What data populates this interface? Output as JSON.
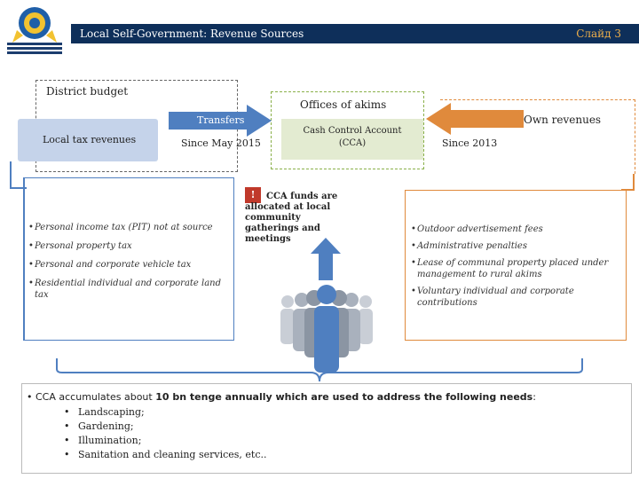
{
  "header": {
    "title": "Local Self-Government: Revenue Sources",
    "slide": "Слайд 3"
  },
  "district_budget": {
    "label": "District budget"
  },
  "offices": {
    "label": "Offices of akims"
  },
  "own_revenues": {
    "label": "Own revenues"
  },
  "local_tax": {
    "label": "Local tax revenues"
  },
  "transfers": {
    "label": "Transfers",
    "since": "Since May 2015"
  },
  "cca": {
    "label": "Cash Control Account (CCA)"
  },
  "own_since": {
    "label": "Since 2013"
  },
  "notice": {
    "mark": "!",
    "text": "CCA funds are allocated at local community gatherings and meetings"
  },
  "left_list": [
    "Personal income tax (PIT) not at source",
    "Personal property tax",
    "Personal and corporate vehicle tax",
    "Residential individual and corporate land tax"
  ],
  "right_list": [
    "Outdoor advertisement fees",
    "Administrative penalties",
    "Lease of communal property placed under management to rural akims",
    "Voluntary individual and corporate contributions"
  ],
  "summary": {
    "prefix": "CCA accumulates about ",
    "bold": "10 bn tenge annually which are used to address the following needs",
    "suffix": ":",
    "needs": [
      "Landscaping;",
      "Gardening;",
      "Illumination;",
      "Sanitation and cleaning services, etc.."
    ]
  },
  "colors": {
    "header_bg": "#0e2f5a",
    "slide_number": "#f0b04a",
    "local_tax_box": "#c5d3ea",
    "cca_box": "#e3ebd1",
    "offices_border": "#8ab04a",
    "orange_border": "#e08a3c",
    "arrow_blue": "#4f7fc0"
  },
  "icons": [
    "emblem-logo",
    "people-group-icon",
    "up-arrow-icon",
    "right-arrow-icon",
    "left-arrow-icon"
  ]
}
